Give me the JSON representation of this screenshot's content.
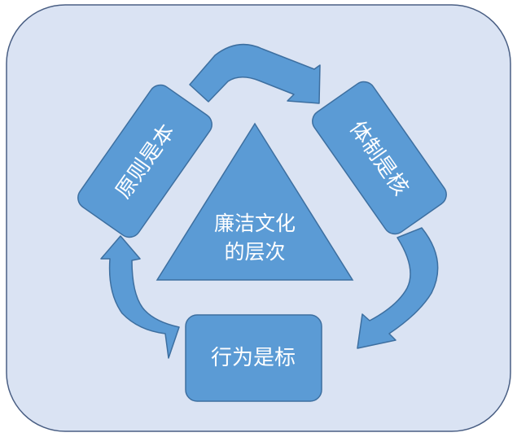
{
  "center_label": {
    "line1": "廉洁文化",
    "line2": "的层次"
  },
  "boxes": {
    "left": "原则是本",
    "right": "体制是核",
    "bottom": "行为是标"
  },
  "colors": {
    "background_panel": "#dae3f3",
    "panel_border": "#4a5f84",
    "shape_fill": "#5b9bd5",
    "shape_border": "#3d6fa0",
    "text": "#ffffff"
  }
}
